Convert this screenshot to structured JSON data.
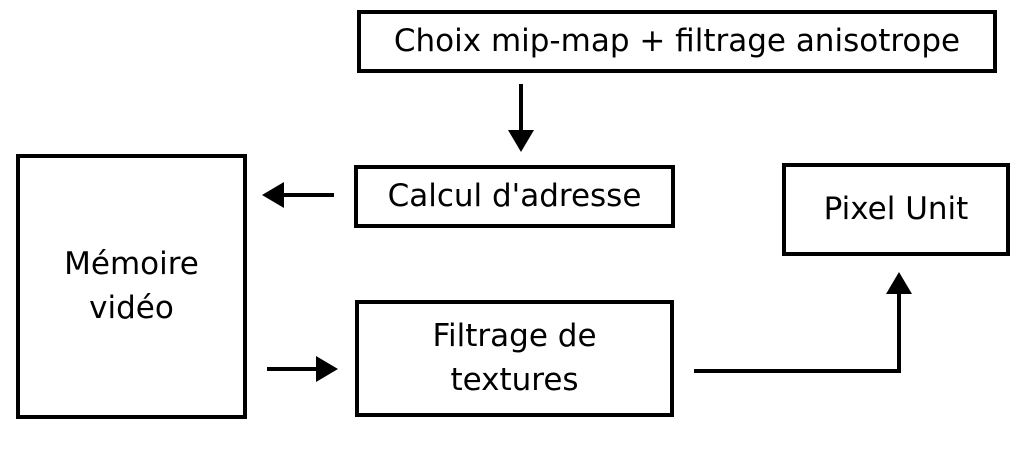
{
  "diagram": {
    "nodes": {
      "choix": "Choix mip-map + filtrage anisotrope",
      "calcul": "Calcul d'adresse",
      "pixel": "Pixel Unit",
      "memoire": "Mémoire\nvidéo",
      "filtrage": "Filtrage de\ntextures"
    },
    "edges": [
      {
        "from": "Choix mip-map + filtrage anisotrope",
        "to": "Calcul d'adresse"
      },
      {
        "from": "Calcul d'adresse",
        "to": "Mémoire vidéo"
      },
      {
        "from": "Mémoire vidéo",
        "to": "Filtrage de textures"
      },
      {
        "from": "Filtrage de textures",
        "to": "Pixel Unit"
      }
    ]
  }
}
